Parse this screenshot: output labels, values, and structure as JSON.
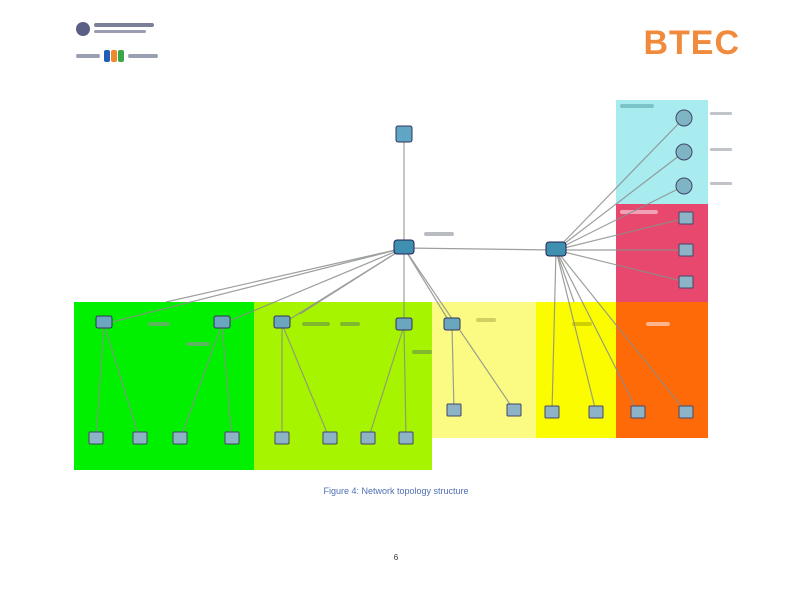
{
  "header": {
    "left_logo_icon": "university-and-fpt-logo",
    "right_logo_text": "BTEC",
    "right_logo_color": "#f08a3c"
  },
  "diagram": {
    "zone_colors": {
      "green": "#00f000",
      "lime": "#a6f400",
      "pale_yellow": "#fbfb84",
      "yellow": "#fcfc00",
      "orange": "#ff6a08",
      "pink": "#e8486e",
      "cyan": "#a8ecf0"
    },
    "link_color": "#8a8f8c"
  },
  "figure": {
    "caption": "Figure 4: Network topology structure"
  },
  "page": {
    "number": "6"
  }
}
